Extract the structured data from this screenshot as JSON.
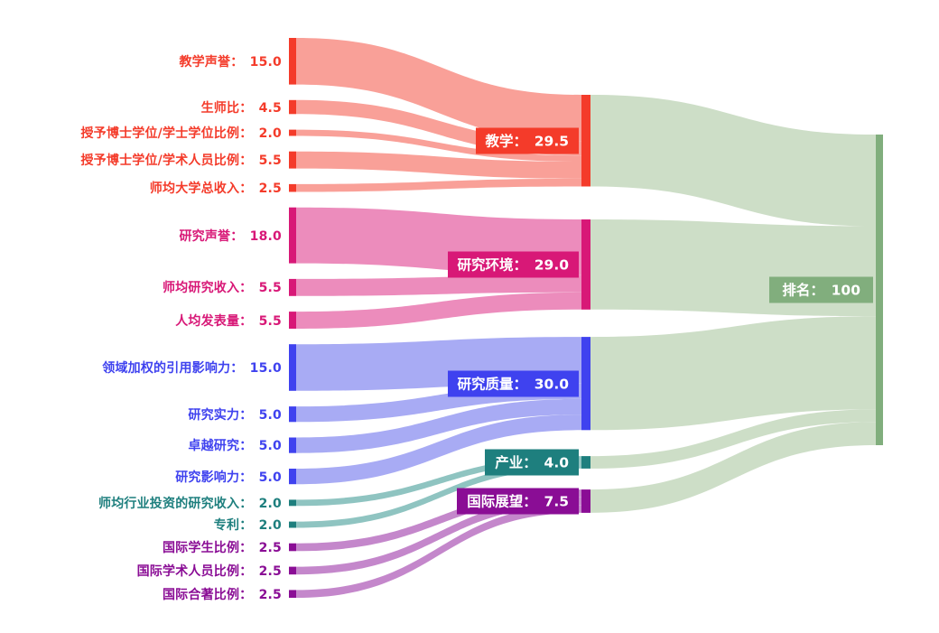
{
  "chart_data": {
    "type": "sankey",
    "title": "",
    "separator": "：",
    "background": "#ffffff",
    "columns": [
      "sources",
      "categories",
      "target"
    ],
    "sources": [
      {
        "id": "teaching-reputation",
        "label": "教学声誉",
        "value": 15.0,
        "value_display": "15.0",
        "category": "teaching"
      },
      {
        "id": "student-staff-ratio",
        "label": "生师比",
        "value": 4.5,
        "value_display": "4.5",
        "category": "teaching"
      },
      {
        "id": "doctorate-bachelor-ratio",
        "label": "授予博士学位/学士学位比例",
        "value": 2.0,
        "value_display": "2.0",
        "category": "teaching"
      },
      {
        "id": "doctorate-staff-ratio",
        "label": "授予博士学位/学术人员比例",
        "value": 5.5,
        "value_display": "5.5",
        "category": "teaching"
      },
      {
        "id": "institutional-income",
        "label": "师均大学总收入",
        "value": 2.5,
        "value_display": "2.5",
        "category": "teaching"
      },
      {
        "id": "research-reputation",
        "label": "研究声誉",
        "value": 18.0,
        "value_display": "18.0",
        "category": "research-environment"
      },
      {
        "id": "research-income",
        "label": "师均研究收入",
        "value": 5.5,
        "value_display": "5.5",
        "category": "research-environment"
      },
      {
        "id": "research-productivity",
        "label": "人均发表量",
        "value": 5.5,
        "value_display": "5.5",
        "category": "research-environment"
      },
      {
        "id": "field-weighted-citation-impact",
        "label": "领域加权的引用影响力",
        "value": 15.0,
        "value_display": "15.0",
        "category": "research-quality"
      },
      {
        "id": "research-strength",
        "label": "研究实力",
        "value": 5.0,
        "value_display": "5.0",
        "category": "research-quality"
      },
      {
        "id": "research-excellence",
        "label": "卓越研究",
        "value": 5.0,
        "value_display": "5.0",
        "category": "research-quality"
      },
      {
        "id": "research-influence",
        "label": "研究影响力",
        "value": 5.0,
        "value_display": "5.0",
        "category": "research-quality"
      },
      {
        "id": "industry-research-income",
        "label": "师均行业投资的研究收入",
        "value": 2.0,
        "value_display": "2.0",
        "category": "industry"
      },
      {
        "id": "patents",
        "label": "专利",
        "value": 2.0,
        "value_display": "2.0",
        "category": "industry"
      },
      {
        "id": "international-students",
        "label": "国际学生比例",
        "value": 2.5,
        "value_display": "2.5",
        "category": "international-outlook"
      },
      {
        "id": "international-staff",
        "label": "国际学术人员比例",
        "value": 2.5,
        "value_display": "2.5",
        "category": "international-outlook"
      },
      {
        "id": "international-coauthorship",
        "label": "国际合著比例",
        "value": 2.5,
        "value_display": "2.5",
        "category": "international-outlook"
      }
    ],
    "categories": [
      {
        "id": "teaching",
        "label": "教学",
        "value": 29.5,
        "value_display": "29.5",
        "color": "#F43B2A",
        "flow_color": "#F9A098"
      },
      {
        "id": "research-environment",
        "label": "研究环境",
        "value": 29.0,
        "value_display": "29.0",
        "color": "#D81877",
        "flow_color": "#EC8CBC"
      },
      {
        "id": "research-quality",
        "label": "研究质量",
        "value": 30.0,
        "value_display": "30.0",
        "color": "#3F42EF",
        "flow_color": "#A8ABF4"
      },
      {
        "id": "industry",
        "label": "产业",
        "value": 4.0,
        "value_display": "4.0",
        "color": "#1E7F7E",
        "flow_color": "#8FC4C1"
      },
      {
        "id": "international-outlook",
        "label": "国际展望",
        "value": 7.5,
        "value_display": "7.5",
        "color": "#8A0D95",
        "flow_color": "#C487CB"
      }
    ],
    "target": {
      "id": "ranking",
      "label": "排名",
      "value": 100,
      "value_display": "100",
      "color": "#81AE7D",
      "flow_color": "#CDDEC7"
    }
  }
}
